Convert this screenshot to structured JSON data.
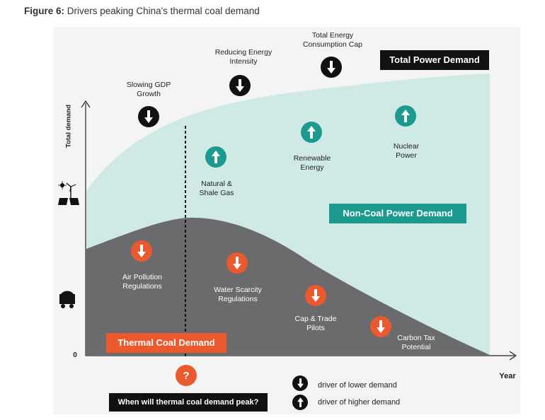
{
  "figure": {
    "label": "Figure 6:",
    "title": "Drivers peaking China's thermal coal demand"
  },
  "axes": {
    "y_label": "Total demand",
    "x_label": "Year",
    "origin": "0"
  },
  "boxes": {
    "total_power": "Total Power Demand",
    "non_coal": "Non-Coal Power Demand",
    "thermal_coal": "Thermal Coal Demand",
    "question": "When will thermal coal demand peak?"
  },
  "drivers_lower": {
    "gdp": "Slowing GDP Growth",
    "intensity": "Reducing Energy Intensity",
    "cap": "Total Energy Consumption Cap"
  },
  "drivers_higher": {
    "gas": "Natural & Shale Gas",
    "renewable": "Renewable Energy",
    "nuclear": "Nuclear Power"
  },
  "coal_drivers": {
    "air": "Air Pollution Regulations",
    "water": "Water Scarcity Regulations",
    "trade": "Cap & Trade Pilots",
    "tax": "Carbon Tax Potential"
  },
  "question_mark": "?",
  "legend": {
    "lower": "driver of lower demand",
    "higher": "driver of higher demand"
  },
  "colors": {
    "teal_area": "#cfe9e4",
    "coal_area": "#6b6b6d",
    "teal_box": "#1d9a8f",
    "orange": "#ea5a2e",
    "black": "#111111"
  },
  "icons": {
    "solar_wind": "solar-wind-icon",
    "coal_cart": "coal-cart-icon"
  }
}
